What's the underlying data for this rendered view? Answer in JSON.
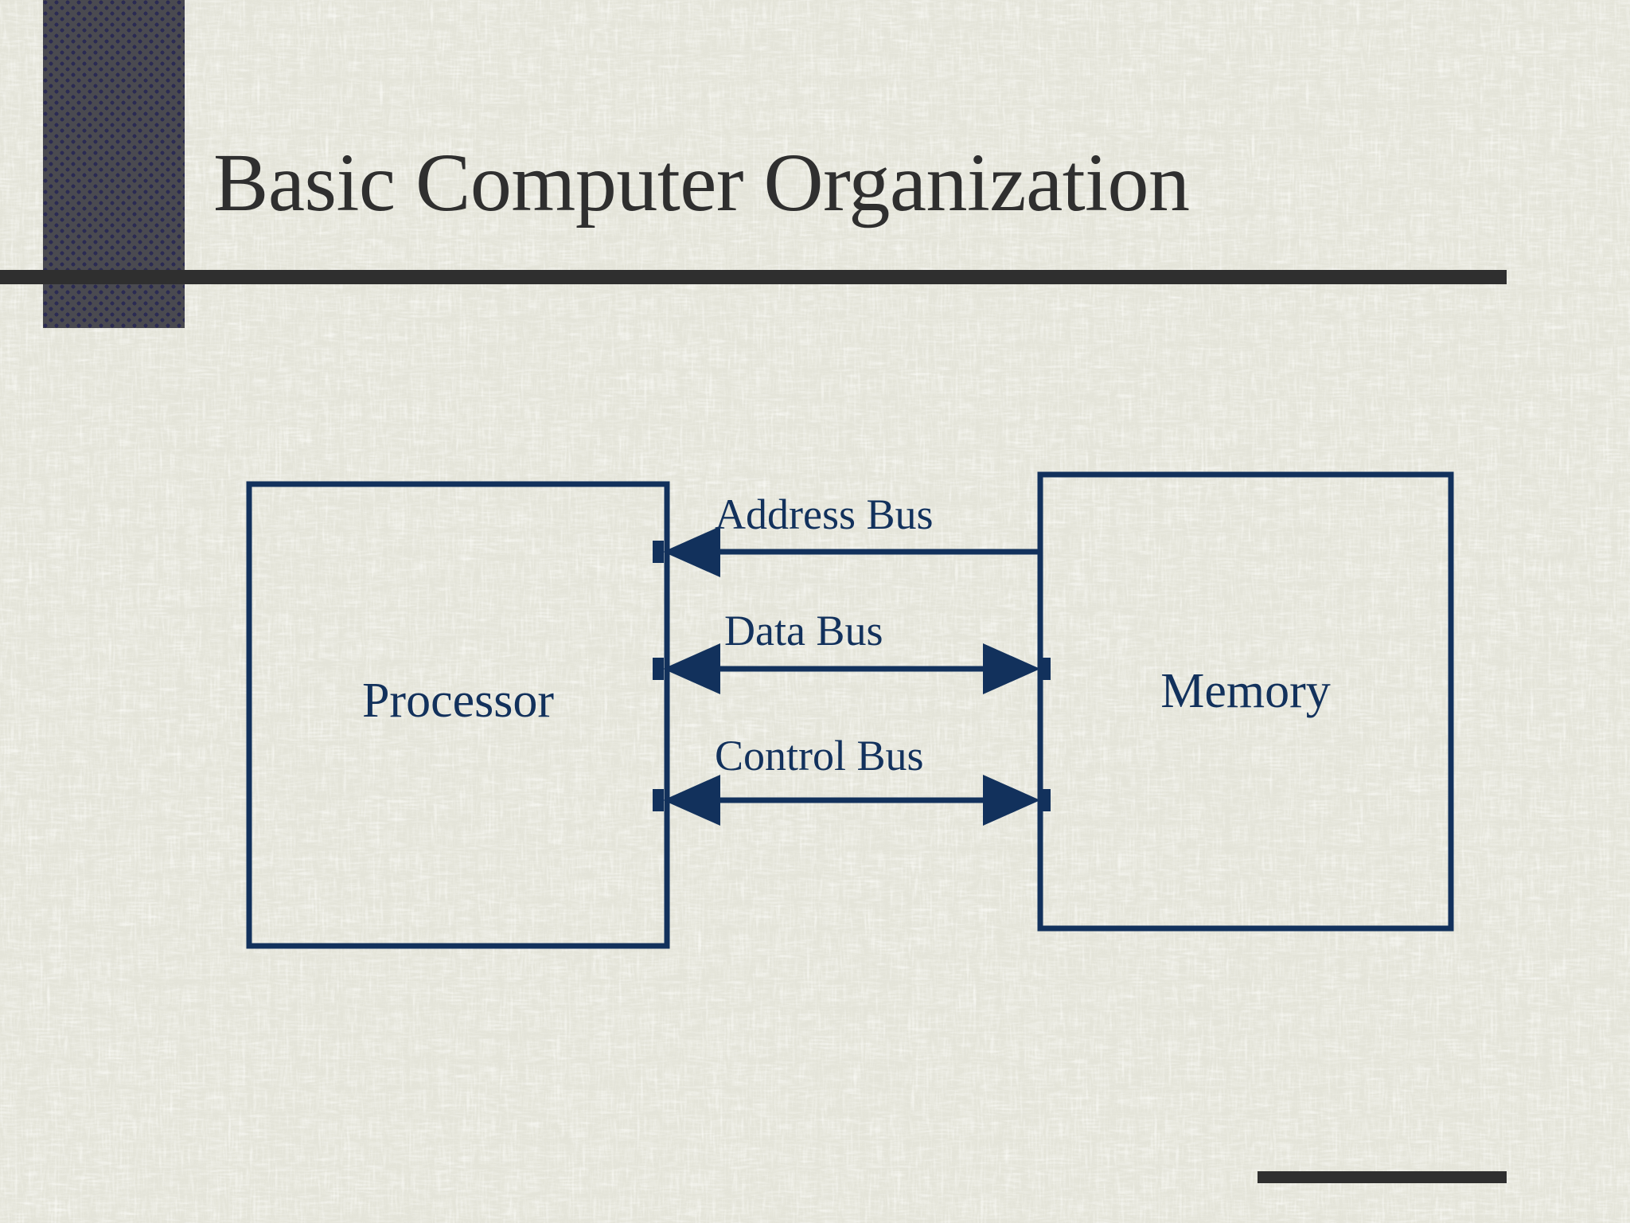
{
  "slide": {
    "title": "Basic Computer Organization",
    "title_color": "#2f2f2f",
    "accent_color": "#12315c",
    "background_color": "#e9e9df",
    "deco_bar_color": "#4a4a50",
    "deco_bar_dot_color": "#2b2b53"
  },
  "diagram": {
    "type": "block-diagram",
    "nodes": [
      {
        "id": "processor",
        "label": "Processor"
      },
      {
        "id": "memory",
        "label": "Memory"
      }
    ],
    "connections": [
      {
        "id": "address-bus",
        "label": "Address Bus",
        "from": "memory",
        "to": "processor",
        "direction": "left"
      },
      {
        "id": "data-bus",
        "label": "Data Bus",
        "from": "processor",
        "to": "memory",
        "direction": "both"
      },
      {
        "id": "control-bus",
        "label": "Control Bus",
        "from": "processor",
        "to": "memory",
        "direction": "both"
      }
    ]
  }
}
